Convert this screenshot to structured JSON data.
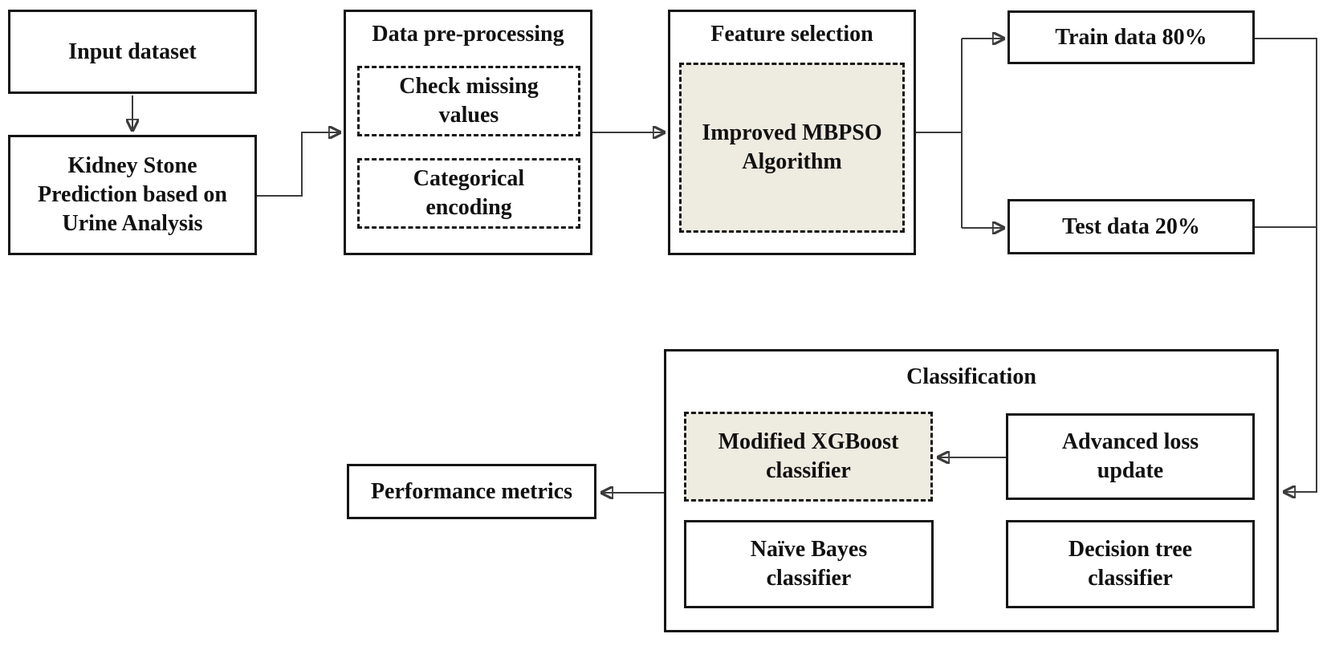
{
  "diagram": {
    "colors": {
      "background": "#ffffff",
      "box_fill": "#ffffff",
      "box_border": "#151515",
      "highlight_fill": "#eeebe0",
      "connector_line": "#3c3c3c",
      "arrowhead": "#141414"
    },
    "input_dataset": {
      "label": "Input dataset"
    },
    "kidney_stone": {
      "label": "Kidney Stone Prediction based on Urine Analysis"
    },
    "data_preprocessing": {
      "title": "Data pre-processing",
      "check_missing": "Check missing values",
      "categorical_encoding": "Categorical encoding"
    },
    "feature_selection": {
      "title": "Feature selection",
      "algorithm": "Improved MBPSO Algorithm"
    },
    "data_split": {
      "train": "Train data 80%",
      "test": "Test data 20%"
    },
    "classification": {
      "title": "Classification",
      "modified_xgboost": "Modified XGBoost classifier",
      "naive_bayes": "Naïve Bayes classifier",
      "advanced_loss": "Advanced loss update",
      "decision_tree": "Decision tree classifier"
    },
    "performance_metrics": {
      "label": "Performance metrics"
    }
  }
}
